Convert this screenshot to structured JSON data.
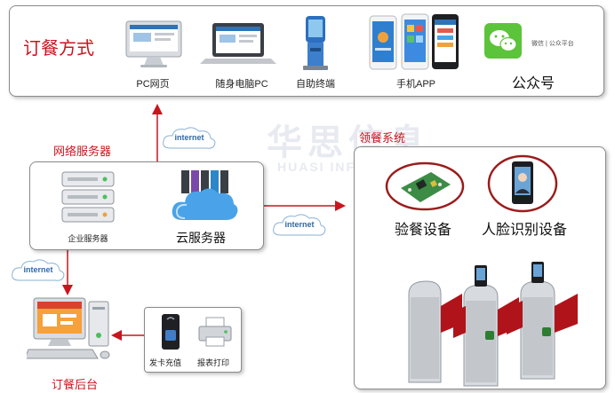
{
  "ordering_methods": {
    "title": "订餐方式",
    "items": [
      {
        "label": "PC网页"
      },
      {
        "label": "随身电脑PC"
      },
      {
        "label": "自助终端"
      },
      {
        "label": "手机APP"
      },
      {
        "label": "公众号"
      }
    ],
    "wechat_caption": "微信 | 公众平台"
  },
  "network_server": {
    "title": "网络服务器",
    "enterprise_server_label": "企业服务器",
    "cloud_server_label": "云服务器"
  },
  "meal_system": {
    "title": "领餐系统",
    "verify_device_label": "验餐设备",
    "face_device_label": "人脸识别设备"
  },
  "backend": {
    "title": "订餐后台",
    "card_label": "发卡充值",
    "print_label": "报表打印"
  },
  "internet_label": "internet",
  "watermark": {
    "cn": "华思信息",
    "en": "HUASI INFORMATION"
  },
  "colors": {
    "accent_red": "#c9151e",
    "internet_blue": "#2f6aa5"
  }
}
